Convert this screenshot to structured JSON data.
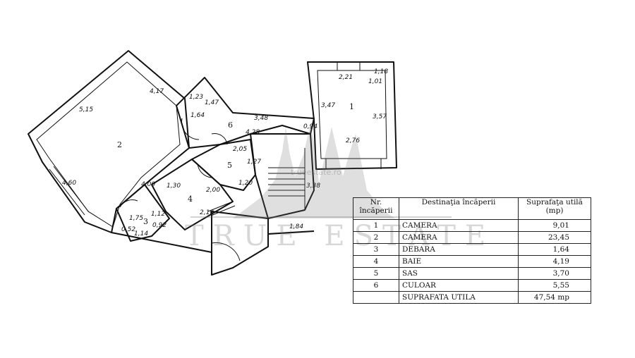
{
  "watermark": {
    "brand": "TRUE ESTATE",
    "url": "trueestate.ro"
  },
  "plan": {
    "room_numbers": [
      "1",
      "2",
      "3",
      "4",
      "5",
      "6"
    ],
    "dimensions": [
      "5,15",
      "4,17",
      "4,60",
      "4,00",
      "1,23",
      "1,47",
      "1,64",
      "3,48",
      "4,28",
      "0,94",
      "2,21",
      "1,01",
      "1,18",
      "3,47",
      "3,57",
      "2,76",
      "2,05",
      "1,27",
      "1,30",
      "2,00",
      "1,20",
      "2,10",
      "1,75",
      "1,12",
      "0,52",
      "1,14",
      "0,92",
      "1,84",
      "3,38"
    ]
  },
  "table": {
    "headers": [
      "Nr. încăperii",
      "Destinaţia încăperii",
      "Suprafaţa utilă (mp)"
    ],
    "rows": [
      {
        "nr": "1",
        "name": "CAMERA",
        "area": "9,01"
      },
      {
        "nr": "2",
        "name": "CAMERA",
        "area": "23,45"
      },
      {
        "nr": "3",
        "name": "DEBARA",
        "area": "1,64"
      },
      {
        "nr": "4",
        "name": "BAIE",
        "area": "4,19"
      },
      {
        "nr": "5",
        "name": "SAS",
        "area": "3,70"
      },
      {
        "nr": "6",
        "name": "CULOAR",
        "area": "5,55"
      }
    ],
    "total_label": "SUPRAFATA UTILA",
    "total_value": "47,54 mp"
  }
}
